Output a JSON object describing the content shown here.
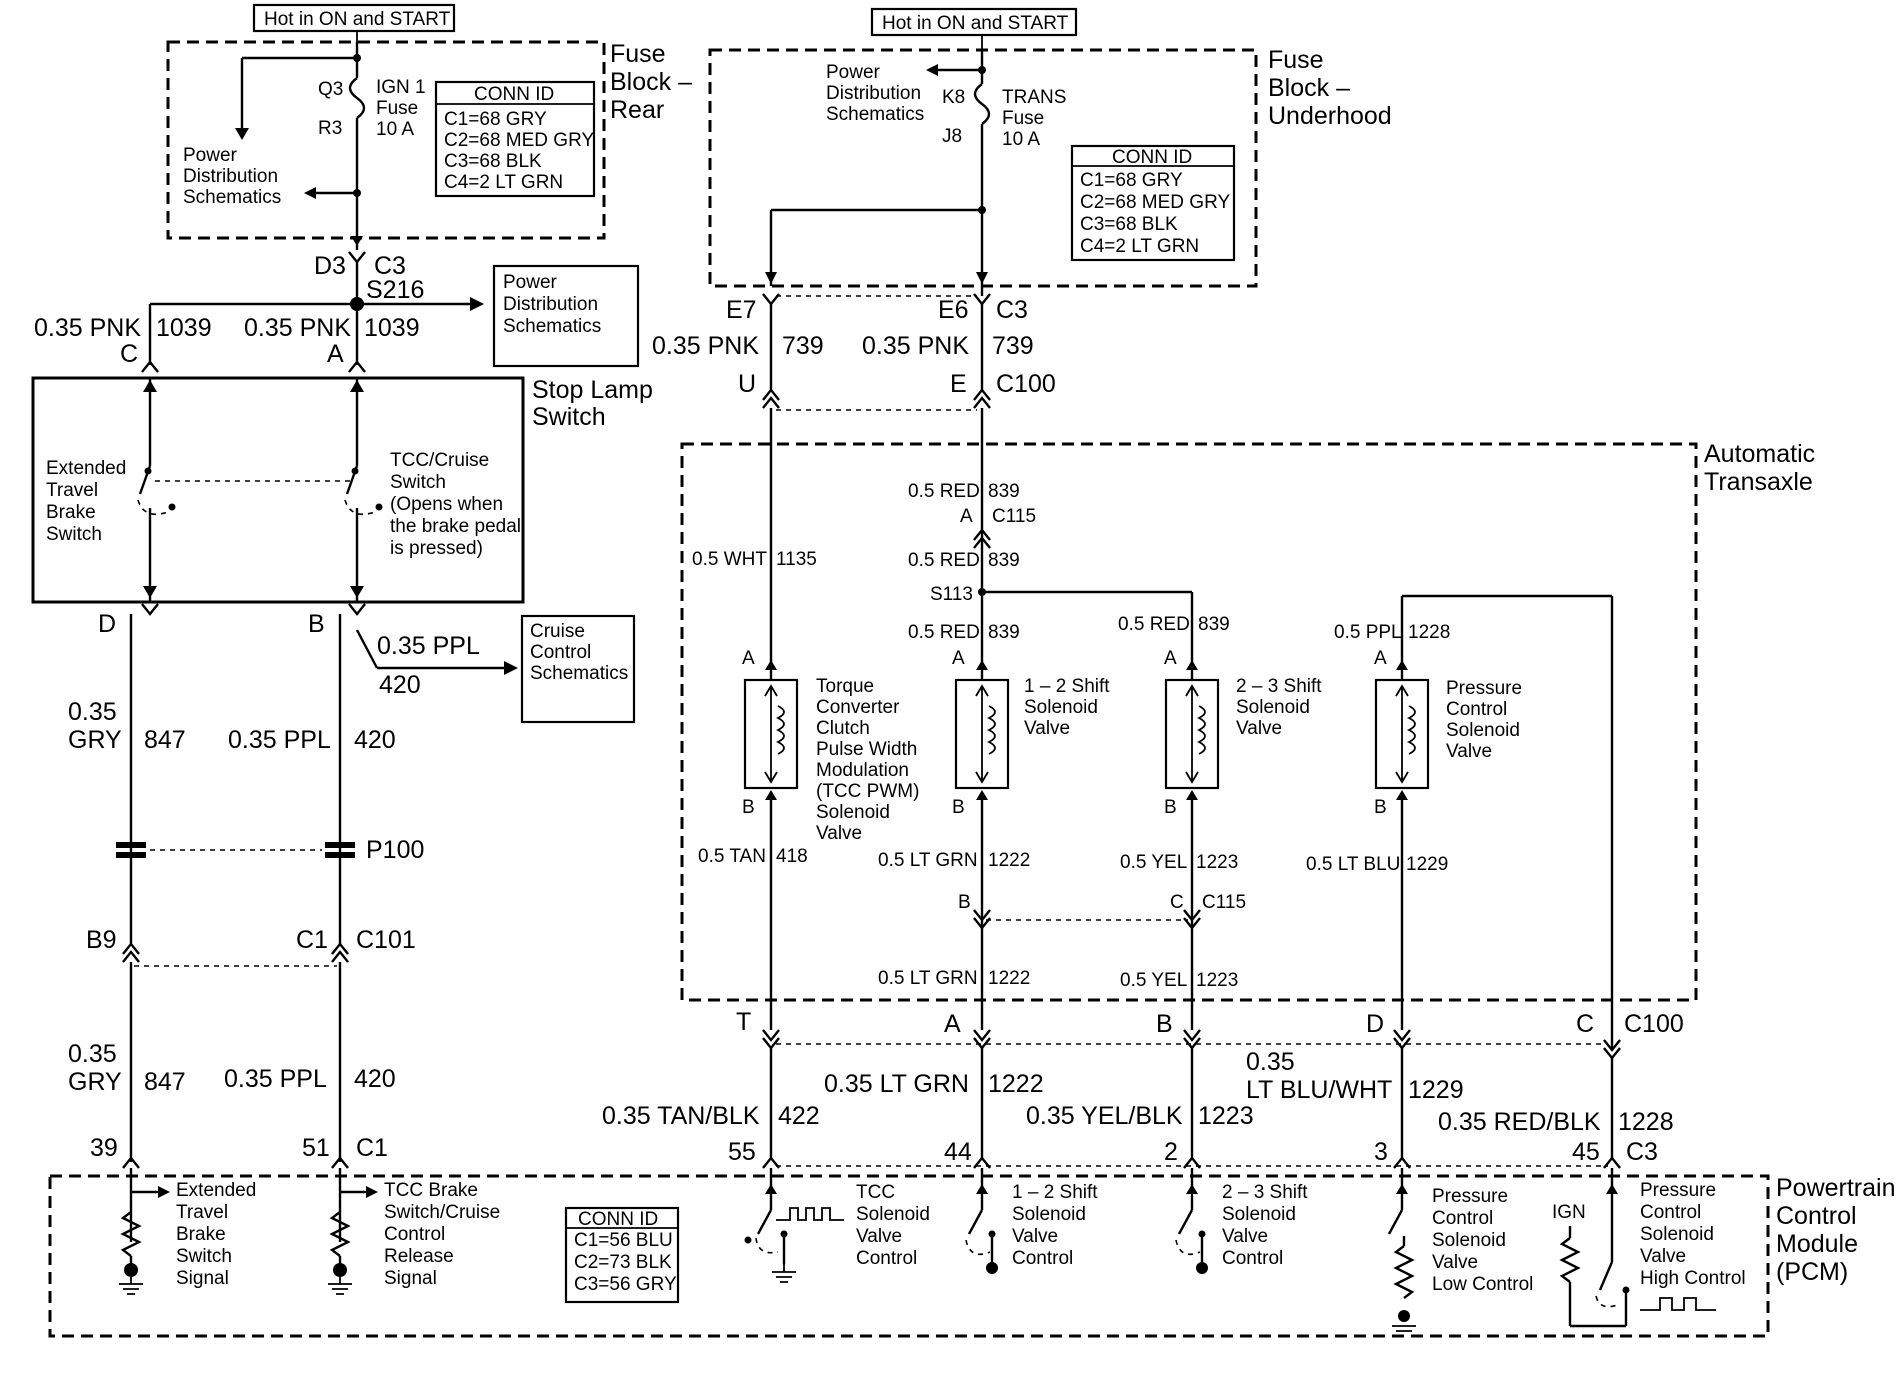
{
  "hot_labels": [
    "Hot in ON and START",
    "Hot in ON and START"
  ],
  "fuse_block_rear": {
    "title": [
      "Fuse",
      "Block –",
      "Rear"
    ],
    "fuse": [
      "IGN 1",
      "Fuse",
      "10 A"
    ],
    "pins": [
      "Q3",
      "R3"
    ],
    "conn_id": [
      "CONN ID",
      "C1=68 GRY",
      "C2=68 MED GRY",
      "C3=68 BLK",
      "C4=2 LT GRN"
    ],
    "pds": [
      "Power",
      "Distribution",
      "Schematics"
    ],
    "conn": [
      "D3",
      "C3"
    ]
  },
  "fuse_block_underhood": {
    "title": [
      "Fuse",
      "Block –",
      "Underhood"
    ],
    "fuse": [
      "TRANS",
      "Fuse",
      "10 A"
    ],
    "pins": [
      "K8",
      "J8"
    ],
    "conn_id": [
      "CONN ID",
      "C1=68 GRY",
      "C2=68 MED GRY",
      "C3=68 BLK",
      "C4=2 LT GRN"
    ],
    "pds": [
      "Power",
      "Distribution",
      "Schematics"
    ],
    "conn": [
      "E7",
      "E6",
      "C3"
    ]
  },
  "splice_s216": "S216",
  "pds_box": [
    "Power",
    "Distribution",
    "Schematics"
  ],
  "wires_top_left": [
    {
      "size": "0.35 PNK",
      "circuit": "1039",
      "pin": "C"
    },
    {
      "size": "0.35 PNK",
      "circuit": "1039",
      "pin": "A"
    }
  ],
  "stop_lamp": {
    "title": [
      "Stop Lamp",
      "Switch"
    ],
    "sw1": [
      "Extended",
      "Travel",
      "Brake",
      "Switch"
    ],
    "sw2": [
      "TCC/Cruise",
      "Switch",
      "(Opens when",
      "the brake pedal",
      "is pressed)"
    ],
    "pins": [
      "D",
      "B"
    ]
  },
  "cruise_box": [
    "Cruise",
    "Control",
    "Schematics"
  ],
  "branch_wire": {
    "size": "0.35 PPL",
    "circuit": "420"
  },
  "left_wires_1": [
    {
      "size": [
        "0.35",
        "GRY"
      ],
      "circuit": "847"
    },
    {
      "size": [
        "0.35 PPL"
      ],
      "circuit": "420"
    }
  ],
  "p100": "P100",
  "c101": {
    "pins": [
      "B9",
      "C1"
    ],
    "conn": "C101"
  },
  "left_wires_2": [
    {
      "size": [
        "0.35",
        "GRY"
      ],
      "circuit": "847"
    },
    {
      "size": [
        "0.35 PPL"
      ],
      "circuit": "420"
    }
  ],
  "pcm_left_pins": [
    "39",
    "51",
    "C1"
  ],
  "top_right_wires": [
    {
      "size": "0.35 PNK",
      "circuit": "739",
      "pin": "U"
    },
    {
      "size": "0.35 PNK",
      "circuit": "739",
      "pin": "E"
    }
  ],
  "c100_top": "C100",
  "transaxle": {
    "title": [
      "Automatic",
      "Transaxle"
    ],
    "wires": {
      "w1135": {
        "size": "0.5 WHT",
        "circuit": "1135"
      },
      "w839a": {
        "size": "0.5 RED",
        "circuit": "839"
      },
      "w839b": {
        "size": "0.5 RED",
        "circuit": "839"
      },
      "w839c": {
        "size": "0.5 RED",
        "circuit": "839"
      },
      "w839d": {
        "size": "0.5 RED",
        "circuit": "839"
      },
      "w1228": {
        "size": "0.5 PPL",
        "circuit": "1228"
      },
      "w418": {
        "size": "0.5 TAN",
        "circuit": "418"
      },
      "w1222a": {
        "size": "0.5 LT GRN",
        "circuit": "1222"
      },
      "w1223a": {
        "size": "0.5 YEL",
        "circuit": "1223"
      },
      "w1229": {
        "size": "0.5 LT BLU",
        "circuit": "1229"
      },
      "w1222b": {
        "size": "0.5 LT GRN",
        "circuit": "1222"
      },
      "w1223b": {
        "size": "0.5 YEL",
        "circuit": "1223"
      }
    },
    "c115_top": {
      "pin": "A",
      "conn": "C115"
    },
    "s113": "S113",
    "c115_bot": {
      "pins": [
        "B",
        "C"
      ],
      "conn": "C115"
    },
    "solenoids": [
      {
        "label": [
          "Torque",
          "Converter",
          "Clutch",
          "Pulse Width",
          "Modulation",
          "(TCC PWM)",
          "Solenoid",
          "Valve"
        ],
        "pins": [
          "A",
          "B"
        ]
      },
      {
        "label": [
          "1 – 2 Shift",
          "Solenoid",
          "Valve"
        ],
        "pins": [
          "A",
          "B"
        ]
      },
      {
        "label": [
          "2 – 3 Shift",
          "Solenoid",
          "Valve"
        ],
        "pins": [
          "A",
          "B"
        ]
      },
      {
        "label": [
          "Pressure",
          "Control",
          "Solenoid",
          "Valve"
        ],
        "pins": [
          "A",
          "B"
        ]
      }
    ]
  },
  "c100_bottom": {
    "pins": [
      "T",
      "A",
      "B",
      "D",
      "C"
    ],
    "conn": "C100"
  },
  "bottom_wires": [
    {
      "size": [
        "0.35 TAN/BLK"
      ],
      "circuit": "422",
      "pin": "55"
    },
    {
      "size": [
        "0.35 LT GRN"
      ],
      "circuit": "1222",
      "pin": "44"
    },
    {
      "size": [
        "0.35 YEL/BLK"
      ],
      "circuit": "1223",
      "pin": "2"
    },
    {
      "size": [
        "0.35",
        "LT BLU/WHT"
      ],
      "circuit": "1229",
      "pin": "3"
    },
    {
      "size": [
        "0.35 RED/BLK"
      ],
      "circuit": "1228",
      "pin": "45"
    }
  ],
  "pcm_c3": "C3",
  "pcm": {
    "title": [
      "Powertrain",
      "Control",
      "Module",
      "(PCM)"
    ],
    "conn_id": [
      "CONN ID",
      "C1=56 BLU",
      "C2=73 BLK",
      "C3=56 GRY"
    ],
    "ign": "IGN",
    "drivers": [
      [
        "Extended",
        "Travel",
        "Brake",
        "Switch",
        "Signal"
      ],
      [
        "TCC Brake",
        "Switch/Cruise",
        "Control",
        "Release",
        "Signal"
      ],
      [
        "TCC",
        "Solenoid",
        "Valve",
        "Control"
      ],
      [
        "1 – 2 Shift",
        "Solenoid",
        "Valve",
        "Control"
      ],
      [
        "2 – 3 Shift",
        "Solenoid",
        "Valve",
        "Control"
      ],
      [
        "Pressure",
        "Control",
        "Solenoid",
        "Valve",
        "Low Control"
      ],
      [
        "Pressure",
        "Control",
        "Solenoid",
        "Valve",
        "High Control"
      ]
    ]
  }
}
